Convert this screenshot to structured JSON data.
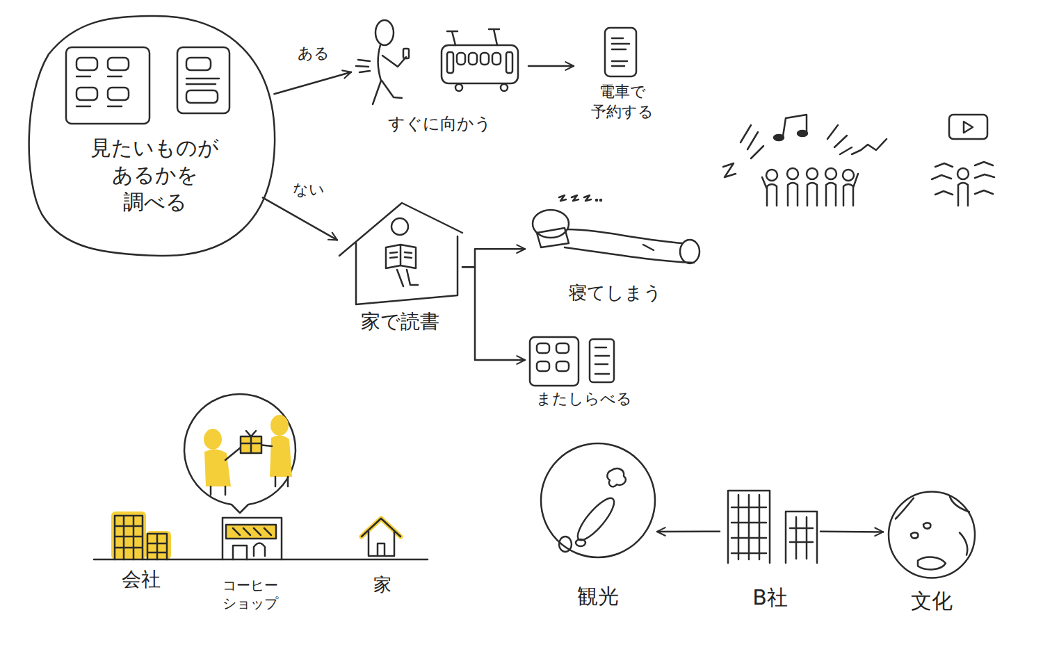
{
  "diagram": {
    "nodes": [
      {
        "text": [
          "見たいものが あるかを 調べる"
        ]
      },
      {
        "text": [
          "すぐに向かう"
        ]
      },
      {
        "text": [
          "電車で 予約する"
        ]
      },
      {
        "text": [
          "家で読書"
        ]
      },
      {
        "text": [
          "寝てしまう"
        ]
      },
      {
        "text": [
          "またしらべる"
        ]
      },
      {
        "text": [
          "会社"
        ]
      },
      {
        "text": [
          "コーヒー ショップ"
        ]
      },
      {
        "text": [
          "家"
        ]
      },
      {
        "text": [
          "観光"
        ]
      },
      {
        "text": [
          "B社"
        ]
      },
      {
        "text": [
          "文化"
        ]
      }
    ],
    "edges": [
      {
        "from": 0,
        "to": 1,
        "arrow": "to",
        "label": "ある"
      },
      {
        "from": 1,
        "to": 2,
        "arrow": "to"
      },
      {
        "from": 0,
        "to": 3,
        "arrow": "to",
        "label": "ない"
      },
      {
        "from": 3,
        "to": 4,
        "arrow": "to"
      },
      {
        "from": 3,
        "to": 5,
        "arrow": "to"
      },
      {
        "from": 10,
        "to": 9,
        "arrow": "to"
      },
      {
        "from": 10,
        "to": 11,
        "arrow": "to"
      }
    ]
  }
}
